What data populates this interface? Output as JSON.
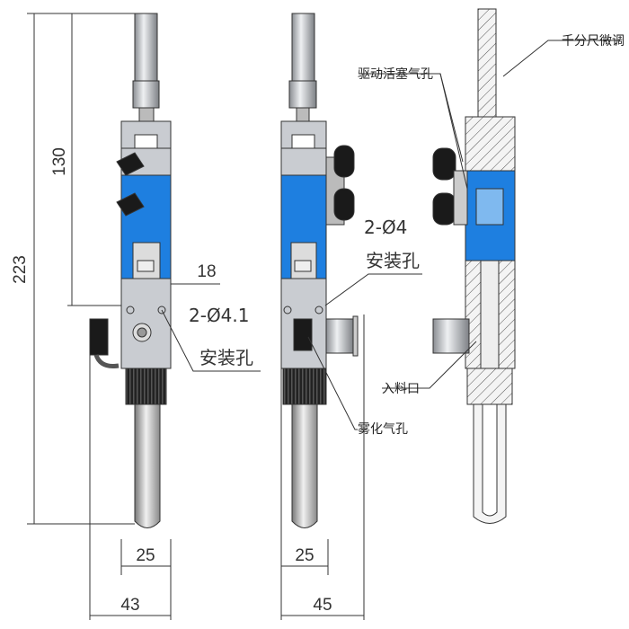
{
  "dimensions": {
    "overall_height": "223",
    "upper_height": "130",
    "hole_spacing": "18",
    "tube_width_left": "25",
    "total_width_left": "43",
    "tube_width_middle": "25",
    "total_width_middle": "45"
  },
  "callouts": {
    "holes_left_line1": "2-Ø4.1",
    "holes_left_line2": "安装孔",
    "holes_middle_line1": "2-Ø4",
    "holes_middle_line2": "安装孔",
    "atomizing_port": "雾化气孔",
    "micrometer_adjust": "千分尺微调",
    "piston_air_port": "驱动活塞气孔",
    "inlet": "入料口"
  },
  "colors": {
    "blue": "#1e7fe0",
    "grey": "#c9ccd1",
    "black": "#1a1a1a",
    "line": "#333333"
  }
}
